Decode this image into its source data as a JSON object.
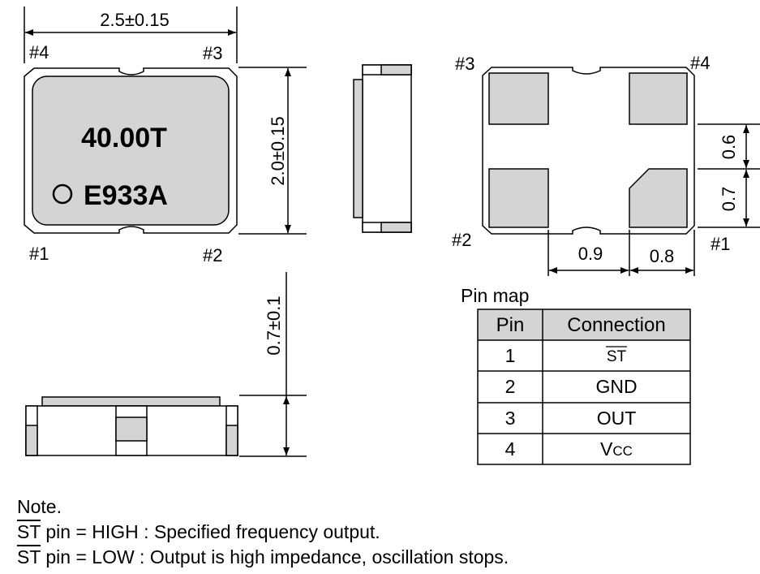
{
  "dimensions": {
    "width": "2.5±0.15",
    "height": "2.0±0.15",
    "thickness": "0.7±0.1",
    "pad_height": "0.6",
    "pad_gap": "0.7",
    "pad_pitch_x": "0.9",
    "pad_width": "0.8"
  },
  "top_view": {
    "marking_line1": "40.00T",
    "marking_line2": "E933A",
    "pins": {
      "p1": "#1",
      "p2": "#2",
      "p3": "#3",
      "p4": "#4"
    }
  },
  "bottom_view": {
    "pins": {
      "p1": "#1",
      "p2": "#2",
      "p3": "#3",
      "p4": "#4"
    }
  },
  "pin_map": {
    "title": "Pin map",
    "headers": [
      "Pin",
      "Connection"
    ],
    "rows": [
      {
        "pin": "1",
        "connection": "ST"
      },
      {
        "pin": "2",
        "connection": "GND"
      },
      {
        "pin": "3",
        "connection": "OUT"
      },
      {
        "pin": "4",
        "connection_main": "V",
        "connection_sub": "CC"
      }
    ]
  },
  "note": {
    "title": "Note.",
    "lines": [
      {
        "signal": "ST",
        "text": " pin = HIGH : Specified frequency output."
      },
      {
        "signal": "ST",
        "text": " pin = LOW : Output is high impedance, oscillation stops."
      }
    ]
  },
  "colors": {
    "pad_gray": "#d4d4d4",
    "line": "#000000"
  }
}
